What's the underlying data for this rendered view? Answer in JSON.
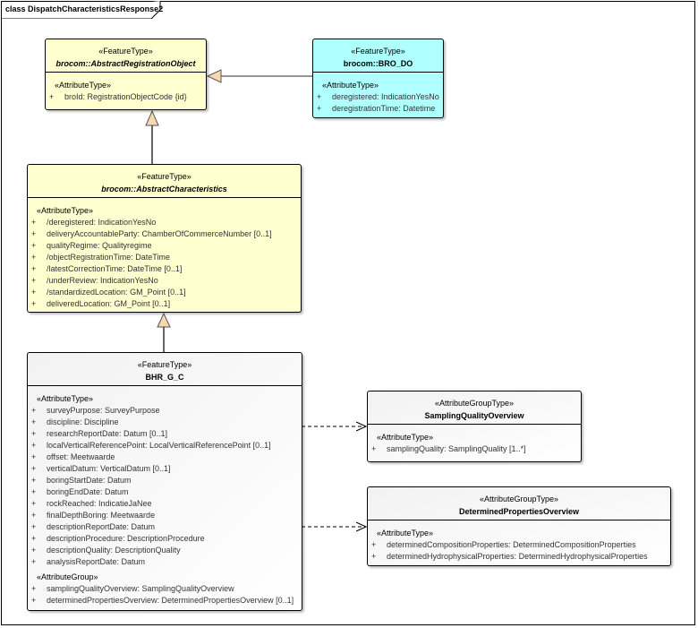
{
  "diagram": {
    "frame_title": "class DispatchCharacteristicsResponse2",
    "colors": {
      "feature_abstract": "#ffffd0",
      "bro_do": "#b0ffff",
      "default": "#f2f2f2",
      "arrowhead": "#f8d8b0"
    },
    "classes": [
      {
        "id": "abstract-registration-object",
        "stereotype": "«FeatureType»",
        "name": "brocom::AbstractRegistrationObject",
        "abstract": true,
        "fill": "#ffffd0",
        "sections": [
          {
            "label": "«AttributeType»",
            "attributes": [
              {
                "vis": "+",
                "text": "broId: RegistrationObjectCode {id}"
              }
            ]
          }
        ]
      },
      {
        "id": "bro-do",
        "stereotype": "«FeatureType»",
        "name": "brocom::BRO_DO",
        "abstract": false,
        "fill": "#b0ffff",
        "sections": [
          {
            "label": "«AttributeType»",
            "attributes": [
              {
                "vis": "+",
                "text": "deregistered: IndicationYesNo"
              },
              {
                "vis": "+",
                "text": "deregistrationTime: Datetime"
              }
            ]
          }
        ]
      },
      {
        "id": "abstract-characteristics",
        "stereotype": "«FeatureType»",
        "name": "brocom::AbstractCharacteristics",
        "abstract": true,
        "fill": "#ffffd0",
        "sections": [
          {
            "label": "«AttributeType»",
            "attributes": [
              {
                "vis": "+",
                "text": "/deregistered: IndicationYesNo"
              },
              {
                "vis": "+",
                "text": "deliveryAccountableParty: ChamberOfCommerceNumber [0..1]"
              },
              {
                "vis": "+",
                "text": "qualityRegime: Qualityregime"
              },
              {
                "vis": "+",
                "text": "/objectRegistrationTime: DateTime"
              },
              {
                "vis": "+",
                "text": "/latestCorrectionTime: DateTime [0..1]"
              },
              {
                "vis": "+",
                "text": "/underReview: IndicationYesNo"
              },
              {
                "vis": "+",
                "text": "/standardizedLocation: GM_Point [0..1]"
              },
              {
                "vis": "+",
                "text": "deliveredLocation: GM_Point [0..1]"
              }
            ]
          }
        ]
      },
      {
        "id": "bhr-g-c",
        "stereotype": "«FeatureType»",
        "name": "BHR_G_C",
        "abstract": false,
        "fill": "#f2f2f2",
        "sections": [
          {
            "label": "«AttributeType»",
            "attributes": [
              {
                "vis": "+",
                "text": "surveyPurpose: SurveyPurpose"
              },
              {
                "vis": "+",
                "text": "discipline: Discipline"
              },
              {
                "vis": "+",
                "text": "researchReportDate: Datum [0..1]"
              },
              {
                "vis": "+",
                "text": "localVerticalReferencePoint: LocalVerticalReferencePoint [0..1]"
              },
              {
                "vis": "+",
                "text": "offset: Meetwaarde"
              },
              {
                "vis": "+",
                "text": "verticalDatum: VerticalDatum [0..1]"
              },
              {
                "vis": "+",
                "text": "boringStartDate: Datum"
              },
              {
                "vis": "+",
                "text": "boringEndDate: Datum"
              },
              {
                "vis": "+",
                "text": "rockReached: IndicatieJaNee"
              },
              {
                "vis": "+",
                "text": "finalDepthBoring: Meetwaarde"
              },
              {
                "vis": "+",
                "text": "descriptionReportDate: Datum"
              },
              {
                "vis": "+",
                "text": "descriptionProcedure: DescriptionProcedure"
              },
              {
                "vis": "+",
                "text": "descriptionQuality: DescriptionQuality"
              },
              {
                "vis": "+",
                "text": "analysisReportDate: Datum"
              }
            ]
          },
          {
            "label": "«AttributeGroup»",
            "attributes": [
              {
                "vis": "+",
                "text": "samplingQualityOverview: SamplingQualityOverview"
              },
              {
                "vis": "+",
                "text": "determinedPropertiesOverview: DeterminedPropertiesOverview [0..1]"
              }
            ]
          }
        ]
      },
      {
        "id": "sampling-quality-overview",
        "stereotype": "«AttributeGroupType»",
        "name": "SamplingQualityOverview",
        "abstract": false,
        "fill": "#f2f2f2",
        "sections": [
          {
            "label": "«AttributeType»",
            "attributes": [
              {
                "vis": "+",
                "text": "samplingQuality: SamplingQuality [1..*]"
              }
            ]
          }
        ]
      },
      {
        "id": "determined-properties-overview",
        "stereotype": "«AttributeGroupType»",
        "name": "DeterminedPropertiesOverview",
        "abstract": false,
        "fill": "#f2f2f2",
        "sections": [
          {
            "label": "«AttributeType»",
            "attributes": [
              {
                "vis": "+",
                "text": "determinedCompositionProperties: DeterminedCompositionProperties"
              },
              {
                "vis": "+",
                "text": "determinedHydrophysicalProperties: DeterminedHydrophysicalProperties"
              }
            ]
          }
        ]
      }
    ],
    "relations": [
      {
        "type": "generalization",
        "from": "bro-do",
        "to": "abstract-registration-object"
      },
      {
        "type": "generalization",
        "from": "abstract-characteristics",
        "to": "abstract-registration-object"
      },
      {
        "type": "generalization",
        "from": "bhr-g-c",
        "to": "abstract-characteristics"
      },
      {
        "type": "dependency",
        "from": "bhr-g-c",
        "to": "sampling-quality-overview"
      },
      {
        "type": "dependency",
        "from": "bhr-g-c",
        "to": "determined-properties-overview"
      }
    ]
  }
}
